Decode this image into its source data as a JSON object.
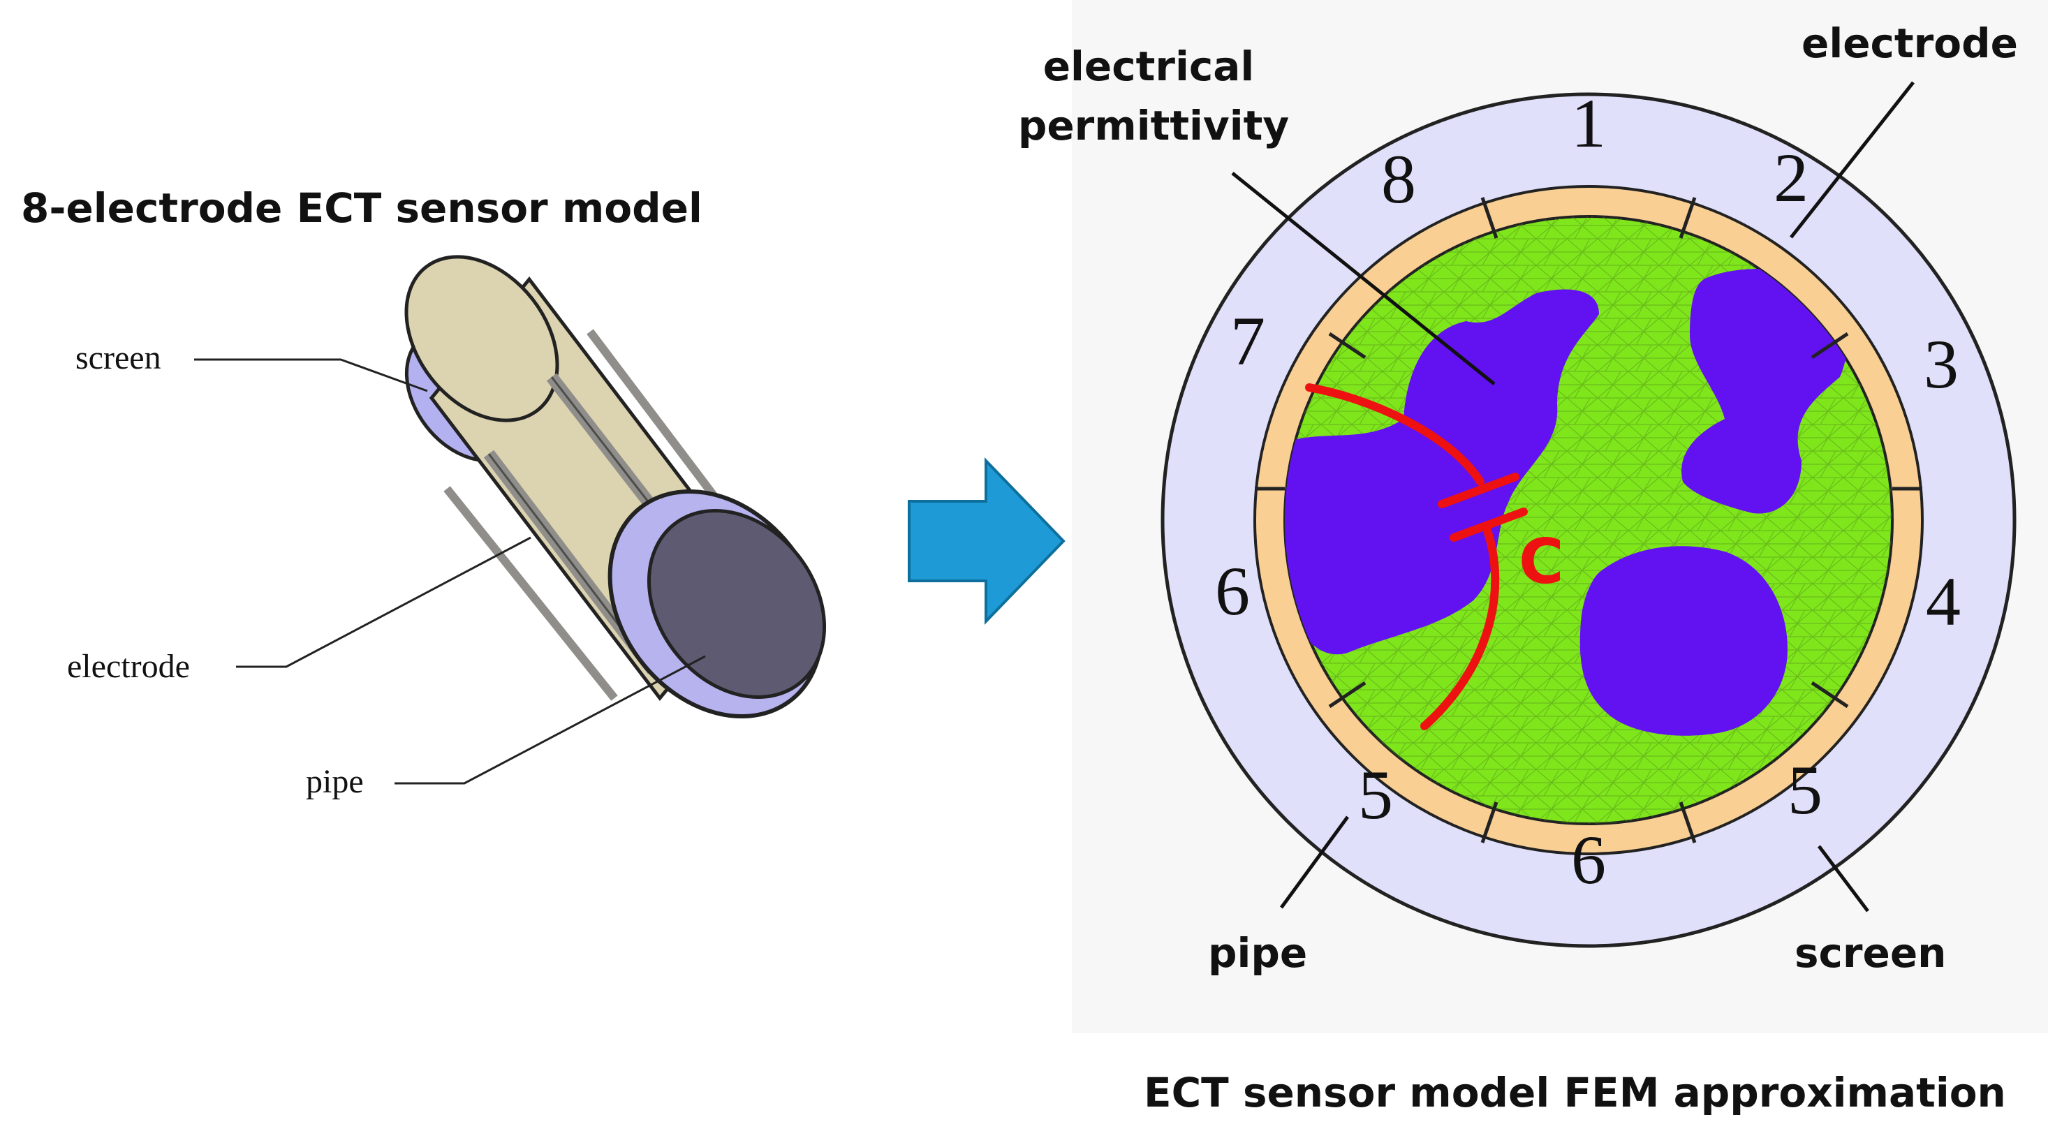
{
  "left_panel": {
    "title": "8-electrode ECT sensor model",
    "labels": {
      "screen": "screen",
      "electrode": "electrode",
      "pipe": "pipe"
    }
  },
  "right_panel": {
    "title": "ECT sensor model FEM approximation",
    "labels": {
      "permittivity_line1": "electrical",
      "permittivity_line2": "permittivity",
      "electrode": "electrode",
      "pipe": "pipe",
      "screen": "screen",
      "capacitance": "C"
    },
    "ring_numbers": [
      "1",
      "2",
      "3",
      "4",
      "5",
      "6",
      "5",
      "6",
      "7",
      "8"
    ]
  },
  "colors": {
    "arrow": "#1e9ad6",
    "screen_ring": "#e1e0fb",
    "pipe_ring": "#f9cf94",
    "medium": "#7fe61c",
    "inclusion": "#6212f0",
    "capacitor": "#ee1111",
    "cylinder_body": "#dcd3b0",
    "cylinder_face": "#5d5a72",
    "cylinder_rim": "#b6b3ef"
  },
  "icons": {
    "transition": "right-arrow-icon"
  }
}
